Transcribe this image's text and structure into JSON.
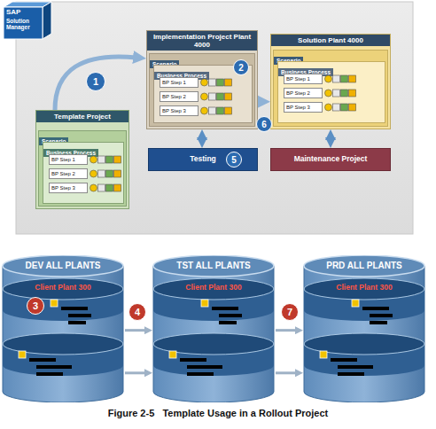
{
  "diagram": {
    "caption": "Figure 2-5   Template Usage in a Rollout Project",
    "nodes": [
      {
        "text": [
          "Template Project"
        ]
      },
      {
        "text": [
          "Scenario"
        ],
        "in": 0
      },
      {
        "text": [
          "Business Process"
        ],
        "in": 1
      },
      {
        "text": [
          "BP Step 1"
        ],
        "in": 2
      },
      {
        "text": [
          "BP Step 2"
        ],
        "in": 2
      },
      {
        "text": [
          "BP Step 3"
        ],
        "in": 2
      },
      {
        "text": [
          "Implementation Project Plant 4000"
        ]
      },
      {
        "text": [
          "Scenario"
        ],
        "in": 6
      },
      {
        "text": [
          "Business Process"
        ],
        "in": 7
      },
      {
        "text": [
          "BP Step 1"
        ],
        "in": 8
      },
      {
        "text": [
          "BP Step 2"
        ],
        "in": 8
      },
      {
        "text": [
          "BP Step 3"
        ],
        "in": 8
      },
      {
        "text": [
          "Solution Plant 4000"
        ]
      },
      {
        "text": [
          "Scenario"
        ],
        "in": 12
      },
      {
        "text": [
          "Business Process"
        ],
        "in": 13
      },
      {
        "text": [
          "BP Step 1"
        ],
        "in": 14
      },
      {
        "text": [
          "BP Step 2"
        ],
        "in": 14
      },
      {
        "text": [
          "BP Step 3"
        ],
        "in": 14
      },
      {
        "text": [
          "Testing"
        ]
      },
      {
        "text": [
          "Maintenance Project"
        ]
      },
      {
        "text": [
          "DEV ALL PLANTS",
          "Client Plant 300"
        ]
      },
      {
        "text": [
          "TST ALL PLANTS",
          "Client Plant 300"
        ]
      },
      {
        "text": [
          "PRD ALL PLANTS",
          "Client Plant 300"
        ]
      }
    ],
    "edges": [
      {
        "from": 0,
        "to": 6,
        "arrow": "to"
      },
      {
        "from": 6,
        "to": 12,
        "arrow": "to"
      },
      {
        "from": 6,
        "to": 18,
        "arrow": "both"
      },
      {
        "from": 12,
        "to": 19,
        "arrow": "both"
      },
      {
        "from": 20,
        "to": 21,
        "arrow": "to"
      },
      {
        "from": 20,
        "to": 21,
        "arrow": "to"
      },
      {
        "from": 21,
        "to": 22,
        "arrow": "to"
      },
      {
        "from": 21,
        "to": 22,
        "arrow": "to"
      }
    ],
    "labels": [
      "SAP",
      "Solution Manager",
      "1",
      "2",
      "6",
      "5",
      "3",
      "4",
      "7"
    ]
  }
}
